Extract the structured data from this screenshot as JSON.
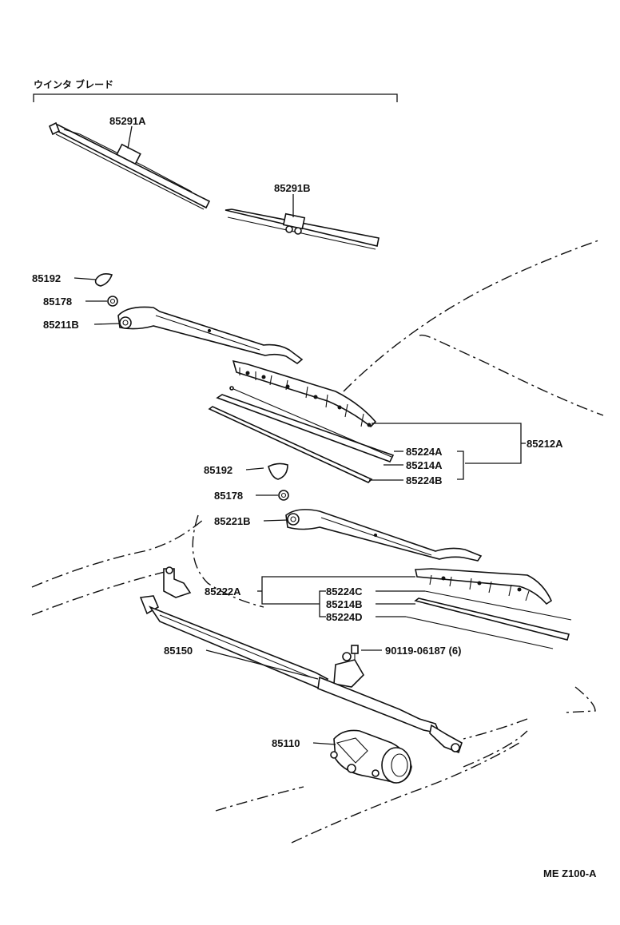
{
  "title": "ウインタ ブレード",
  "diagram_code": "ME  Z100-A",
  "labels": {
    "p85291A": "85291A",
    "p85291B": "85291B",
    "p85192a": "85192",
    "p85178a": "85178",
    "p85211B": "85211B",
    "p85224A": "85224A",
    "p85214A": "85214A",
    "p85224B": "85224B",
    "p85212A": "85212A",
    "p85192b": "85192",
    "p85178b": "85178",
    "p85221B": "85221B",
    "p85222A": "85222A",
    "p85224C": "85224C",
    "p85214B": "85214B",
    "p85224D": "85224D",
    "p90119": "90119-06187 (6)",
    "p85150": "85150",
    "p85110": "85110"
  }
}
